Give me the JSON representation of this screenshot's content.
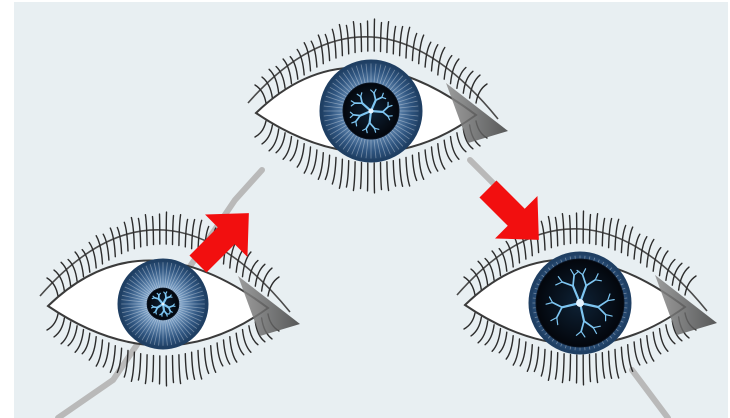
{
  "colors": {
    "page_background": "#ffffff",
    "panel_background": "#e8eff2",
    "connector_line": "#b9b9b9",
    "sclera": "#ffffff",
    "iris_outer": "#1f3f63",
    "iris_mid": "#4f7aa8",
    "iris_light": "#d3e1ee",
    "pupil": "#050a14",
    "vein": "#7ec6f2",
    "lashes": "#2c2c2c",
    "arrow": "#f20f0f"
  },
  "diagram": {
    "stages": [
      {
        "id": "eye-left",
        "pupil_fraction": 0.36
      },
      {
        "id": "eye-top",
        "pupil_fraction": 0.56
      },
      {
        "id": "eye-right",
        "pupil_fraction": 0.88
      }
    ],
    "arrows": [
      {
        "from": "eye-left",
        "to": "eye-top",
        "icon": "arrow-up-right"
      },
      {
        "from": "eye-top",
        "to": "eye-right",
        "icon": "arrow-down-right"
      }
    ]
  }
}
